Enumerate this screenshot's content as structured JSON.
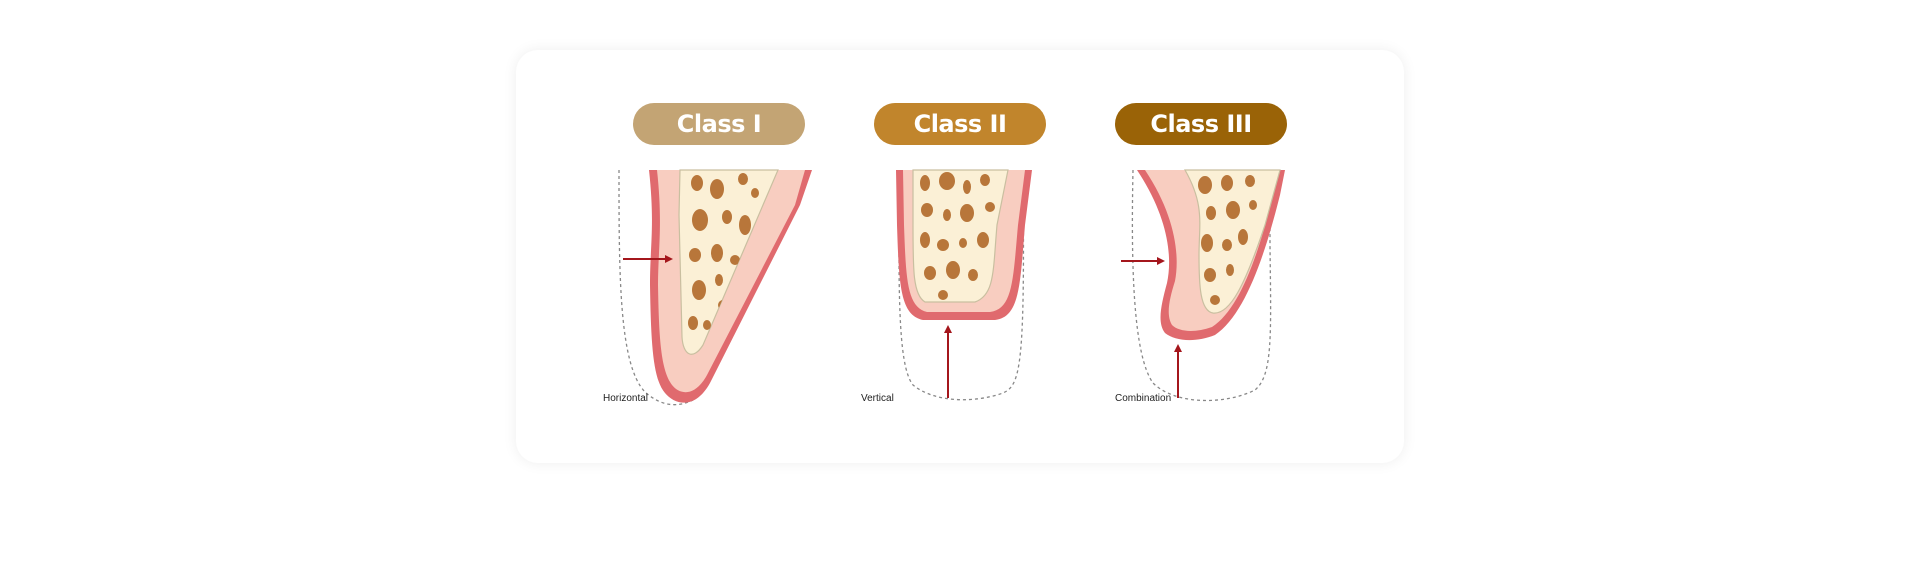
{
  "classes": [
    {
      "label": "Class I",
      "color": "#c3a474",
      "caption": "Horizontal"
    },
    {
      "label": "Class II",
      "color": "#c1852c",
      "caption": "Vertical"
    },
    {
      "label": "Class III",
      "color": "#9a6307",
      "caption": "Combination"
    }
  ],
  "colors": {
    "gum_outer": "#e06a6e",
    "gum_inner": "#f8cdc0",
    "bone": "#fbf0d6",
    "bone_outline": "#c9bfa0",
    "trabecula": "#b8763a",
    "arrow": "#a4161c",
    "outline": "#888888"
  }
}
